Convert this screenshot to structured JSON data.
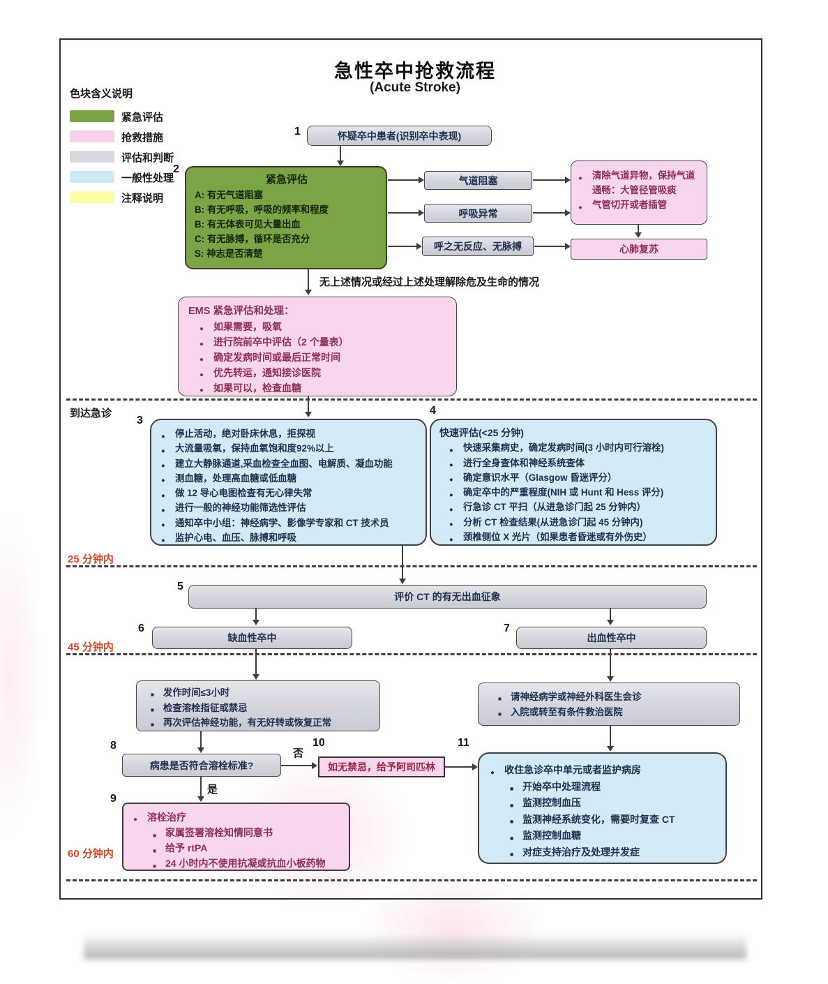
{
  "title": "急性卒中抢救流程",
  "subtitle": "(Acute Stroke)",
  "legend": {
    "title": "色块含义说明",
    "items": [
      {
        "label": "紧急评估",
        "color": "#7aa446"
      },
      {
        "label": "抢救措施",
        "color": "#f8d0ec"
      },
      {
        "label": "评估和判断",
        "color": "#d9dae1"
      },
      {
        "label": "一般性处理",
        "color": "#cfeaf7"
      },
      {
        "label": "注释说明",
        "color": "#fbfba8"
      }
    ]
  },
  "stage_labels": {
    "arrive_er": "到达急诊",
    "min25": "25 分钟内",
    "min45": "45 分钟内",
    "min60": "60 分钟内"
  },
  "edge_labels": {
    "no_danger": "无上述情况或经过上述处理解除危及生命的情况",
    "no": "否",
    "yes": "是"
  },
  "nodes": {
    "suspect": {
      "num": "1",
      "text": "怀疑卒中患者(识别卒中表现)"
    },
    "urgent_assess": {
      "num": "2",
      "title": "紧急评估",
      "lines": [
        "A: 有无气道阻塞",
        "B: 有无呼吸，呼吸的频率和程度",
        "B: 有无体表可见大量出血",
        "C: 有无脉搏，循环是否充分",
        "S: 神志是否清楚"
      ]
    },
    "airway_block": {
      "text": "气道阻塞"
    },
    "breath_abnormal": {
      "text": "呼吸异常"
    },
    "no_response": {
      "text": "呼之无反应、无脉搏"
    },
    "airway_measures": {
      "items": [
        "清除气道异物，保持气道通畅：大管径管吸痰",
        "气管切开或者插管"
      ]
    },
    "cpr": {
      "text": "心肺复苏"
    },
    "ems": {
      "title": "EMS 紧急评估和处理：",
      "items": [
        "如果需要，吸氧",
        "进行院前卒中评估（2 个量表）",
        "确定发病时间或最后正常时间",
        "优先转运，通知接诊医院",
        "如果可以，检查血糖"
      ]
    },
    "er_general": {
      "num": "3",
      "items": [
        "停止活动，绝对卧床休息，拒探视",
        "大流量吸氧，保持血氧饱和度92%以上",
        "建立大静脉通道,采血检查全血图、电解质、凝血功能",
        "测血糖，处理高血糖或低血糖",
        "做 12 导心电图检查有无心律失常",
        "进行一般的神经功能筛选性评估",
        "通知卒中小组：神经病学、影像学专家和 CT 技术员",
        "监护心电、血压、脉搏和呼吸"
      ]
    },
    "rapid_assess": {
      "num": "4",
      "title": "快速评估(<25 分钟)",
      "items": [
        "快速采集病史，确定发病时间(3 小时内可行溶栓)",
        "进行全身查体和神经系统查体",
        "确定意识水平（Glasgow 昏迷评分）",
        "确定卒中的严重程度(NIH 或 Hunt 和 Hess 评分)",
        "行急诊 CT 平扫（从进急诊门起 25 分钟内）",
        "分析 CT 检查结果(从进急诊门起 45 分钟内)",
        "颈椎侧位 X 光片（如果患者昏迷或有外伤史）"
      ]
    },
    "ct_eval": {
      "num": "5",
      "text": "评价 CT 的有无出血征象"
    },
    "ischemic": {
      "num": "6",
      "text": "缺血性卒中"
    },
    "hemorrhagic": {
      "num": "7",
      "text": "出血性卒中"
    },
    "ischemic_check": {
      "items": [
        "发作时间≤3小时",
        "检查溶栓指征或禁忌",
        "再次评估神经功能，有无好转或恢复正常"
      ]
    },
    "hemorrhagic_actions": {
      "items": [
        "请神经病学或神经外科医生会诊",
        "入院或转至有条件救治医院"
      ]
    },
    "thrombolysis_q": {
      "num": "8",
      "text": "病患是否符合溶栓标准?"
    },
    "aspirin": {
      "num": "10",
      "text": "如无禁忌，给予阿司匹林"
    },
    "thrombolysis": {
      "num": "9",
      "title": "溶栓治疗",
      "items": [
        "家属签署溶栓知情同意书",
        "给予 rtPA",
        "24 小时内不使用抗凝或抗血小板药物"
      ]
    },
    "stroke_unit": {
      "num": "11",
      "title": "收住急诊卒中单元或者监护病房",
      "items": [
        "开始卒中处理流程",
        "监测控制血压",
        "监测神经系统变化，需要时复查 CT",
        "监测控制血糖",
        "对症支持治疗及处理并发症"
      ]
    }
  }
}
